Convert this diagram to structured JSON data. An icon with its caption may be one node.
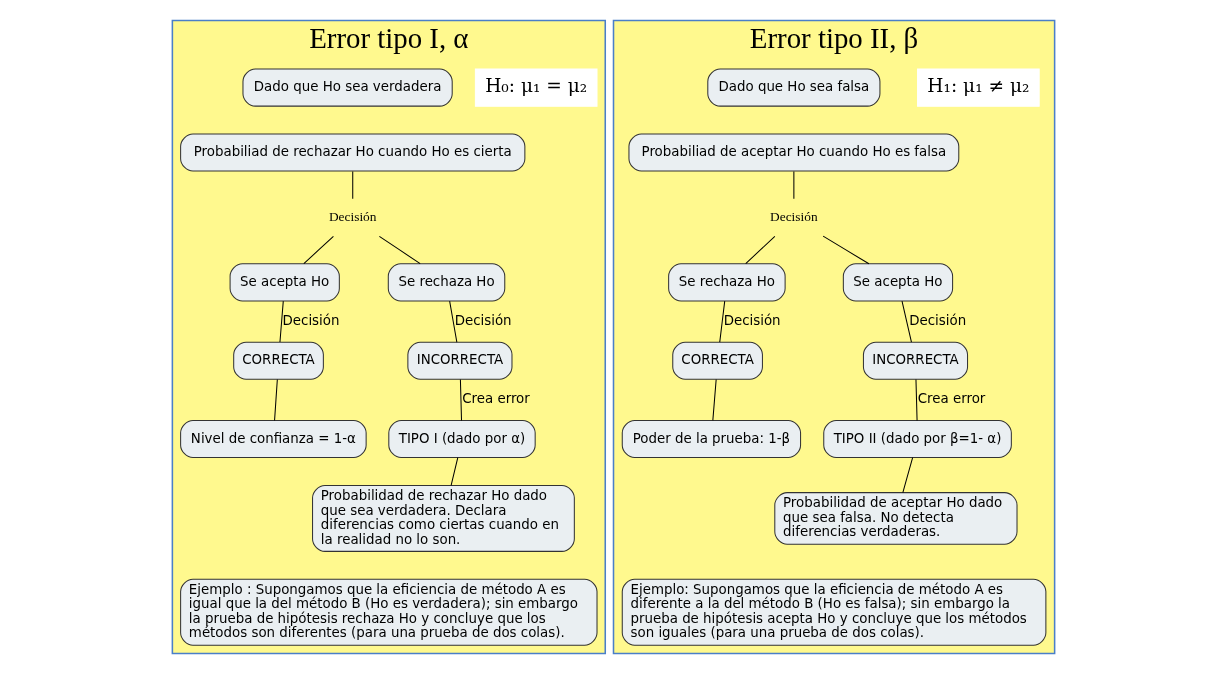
{
  "diagram": {
    "nodes": [
      {
        "text": [
          "Error tipo I, α"
        ]
      },
      {
        "text": [
          "H₀: μ₁ = μ₂"
        ],
        "in": 0
      },
      {
        "text": [
          "Dado que Ho sea verdadera"
        ],
        "in": 0
      },
      {
        "text": [
          "Probabiliad de rechazar Ho cuando Ho es cierta"
        ],
        "in": 0
      },
      {
        "text": [
          "Decisión"
        ],
        "in": 0
      },
      {
        "text": [
          "Se acepta Ho"
        ],
        "in": 0
      },
      {
        "text": [
          "Se rechaza Ho"
        ],
        "in": 0
      },
      {
        "text": [
          "CORRECTA"
        ],
        "in": 0
      },
      {
        "text": [
          "Nivel de confianza = 1-α"
        ],
        "in": 0
      },
      {
        "text": [
          "INCORRECTA"
        ],
        "in": 0
      },
      {
        "text": [
          "TIPO I (dado por α)"
        ],
        "in": 0
      },
      {
        "text": [
          "Probabilidad de rechazar Ho dado que sea verdadera. Declara diferencias como ciertas cuando en la realidad no lo son."
        ],
        "in": 0
      },
      {
        "text": [
          "Ejemplo : Supongamos que la eficiencia de método A es igual que la del método B (Ho es verdadera); sin embargo la prueba de hipótesis rechaza Ho y concluye que los métodos son diferentes (para una prueba de dos colas)."
        ],
        "in": 0
      },
      {
        "text": [
          "Error tipo II, β"
        ]
      },
      {
        "text": [
          "H₁: μ₁ ≠ μ₂"
        ],
        "in": 13
      },
      {
        "text": [
          "Dado que Ho sea falsa"
        ],
        "in": 13
      },
      {
        "text": [
          "Probabiliad de aceptar Ho cuando Ho es falsa"
        ],
        "in": 13
      },
      {
        "text": [
          "Decisión"
        ],
        "in": 13
      },
      {
        "text": [
          "Se rechaza Ho"
        ],
        "in": 13
      },
      {
        "text": [
          "Se acepta Ho"
        ],
        "in": 13
      },
      {
        "text": [
          "CORRECTA"
        ],
        "in": 13
      },
      {
        "text": [
          "Poder de la prueba: 1-β"
        ],
        "in": 13
      },
      {
        "text": [
          "INCORRECTA"
        ],
        "in": 13
      },
      {
        "text": [
          "TIPO II (dado por β=1- α)"
        ],
        "in": 13
      },
      {
        "text": [
          "Probabilidad de aceptar Ho dado que sea falsa. No detecta diferencias verdaderas."
        ],
        "in": 13
      },
      {
        "text": [
          "Ejemplo: Supongamos que la eficiencia de método A es diferente a la del método B (Ho es falsa); sin embargo la prueba de hipótesis acepta Ho y concluye que los métodos son iguales (para una prueba de dos colas)."
        ],
        "in": 13
      }
    ],
    "edges": [
      {
        "from": 3,
        "to": 4,
        "arrow": "none"
      },
      {
        "from": 4,
        "to": 5,
        "arrow": "none"
      },
      {
        "from": 4,
        "to": 6,
        "arrow": "none"
      },
      {
        "from": 5,
        "to": 7,
        "arrow": "none",
        "label": "Decisión"
      },
      {
        "from": 7,
        "to": 8,
        "arrow": "none"
      },
      {
        "from": 6,
        "to": 9,
        "arrow": "none",
        "label": "Decisión"
      },
      {
        "from": 9,
        "to": 10,
        "arrow": "none",
        "label": "Crea error"
      },
      {
        "from": 10,
        "to": 11,
        "arrow": "none"
      },
      {
        "from": 16,
        "to": 17,
        "arrow": "none"
      },
      {
        "from": 17,
        "to": 18,
        "arrow": "none"
      },
      {
        "from": 17,
        "to": 19,
        "arrow": "none"
      },
      {
        "from": 18,
        "to": 20,
        "arrow": "none",
        "label": "Decisión"
      },
      {
        "from": 20,
        "to": 21,
        "arrow": "none"
      },
      {
        "from": 19,
        "to": 22,
        "arrow": "none",
        "label": "Decisión"
      },
      {
        "from": 22,
        "to": 23,
        "arrow": "none",
        "label": "Crea error"
      },
      {
        "from": 23,
        "to": 24,
        "arrow": "none"
      }
    ]
  }
}
